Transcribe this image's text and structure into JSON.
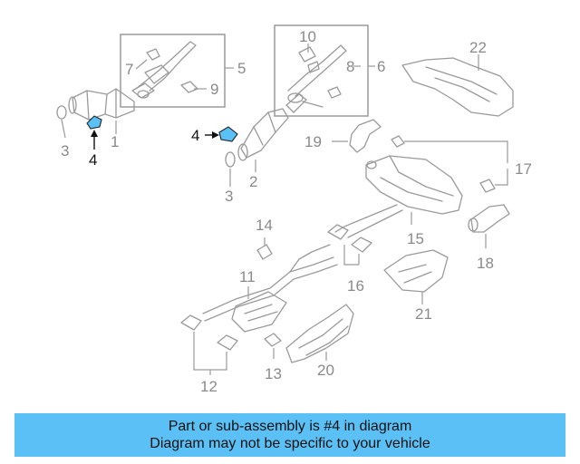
{
  "highlight_color": "#5ac0f5",
  "diagram": {
    "labels": {
      "l1": "1",
      "l2": "2",
      "l3a": "3",
      "l3b": "3",
      "l4a": "4",
      "l4b": "4",
      "l5": "5",
      "l6": "6",
      "l7": "7",
      "l8": "8",
      "l9": "9",
      "l10": "10",
      "l11": "11",
      "l12": "12",
      "l13": "13",
      "l14": "14",
      "l15": "15",
      "l16": "16",
      "l17": "17",
      "l18": "18",
      "l19": "19",
      "l20": "20",
      "l21": "21",
      "l22": "22"
    }
  },
  "banner": {
    "line1": "Part or sub-assembly is #4 in diagram",
    "line2": "Diagram may not be specific to your vehicle"
  }
}
